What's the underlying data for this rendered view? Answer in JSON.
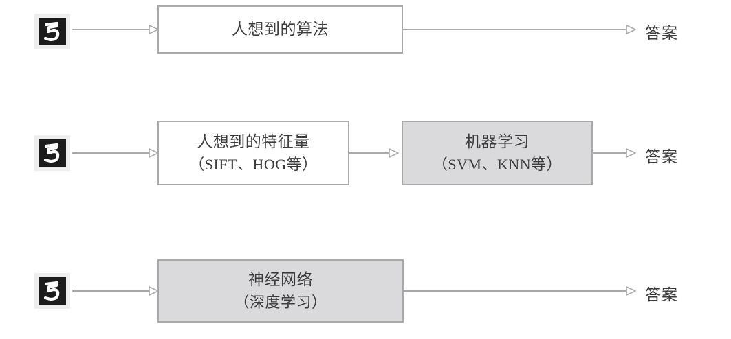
{
  "diagram": {
    "title": "Machine learning approaches comparison",
    "colors": {
      "line": "#a9a9a9",
      "shaded_fill": "#dadadc",
      "plain_fill": "#ffffff",
      "text": "#3c3c3c",
      "icon_bg": "#eeeeee",
      "icon_inner": "#1c1c1c"
    },
    "rows": [
      {
        "id": "row-handcrafted-algorithm",
        "input_icon": "handwritten-digit-five-icon",
        "boxes": [
          {
            "style": "plain",
            "line1": "人想到的算法",
            "line2": ""
          }
        ],
        "output": "答案"
      },
      {
        "id": "row-feature-engineering-ml",
        "input_icon": "handwritten-digit-five-icon",
        "boxes": [
          {
            "style": "plain",
            "line1": "人想到的特征量",
            "line2": "（SIFT、HOG等）"
          },
          {
            "style": "shaded",
            "line1": "机器学习",
            "line2": "（SVM、KNN等）"
          }
        ],
        "output": "答案"
      },
      {
        "id": "row-neural-network",
        "input_icon": "handwritten-digit-five-icon",
        "boxes": [
          {
            "style": "shaded",
            "line1": "神经网络",
            "line2": "（深度学习）"
          }
        ],
        "output": "答案"
      }
    ]
  }
}
